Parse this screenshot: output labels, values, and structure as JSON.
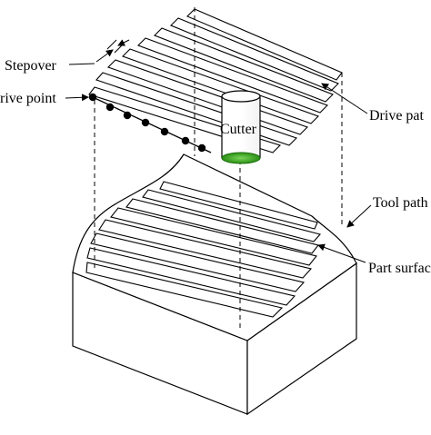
{
  "labels": {
    "stepover": "Stepover",
    "drive_point": "rive point",
    "cutter": "Cutter",
    "drive_path": "Drive pat",
    "tool_path": "Tool path",
    "part_surface": "Part surfac"
  },
  "colors": {
    "line": "#000000",
    "background": "#ffffff",
    "cutter_tip": "#33a11c"
  }
}
